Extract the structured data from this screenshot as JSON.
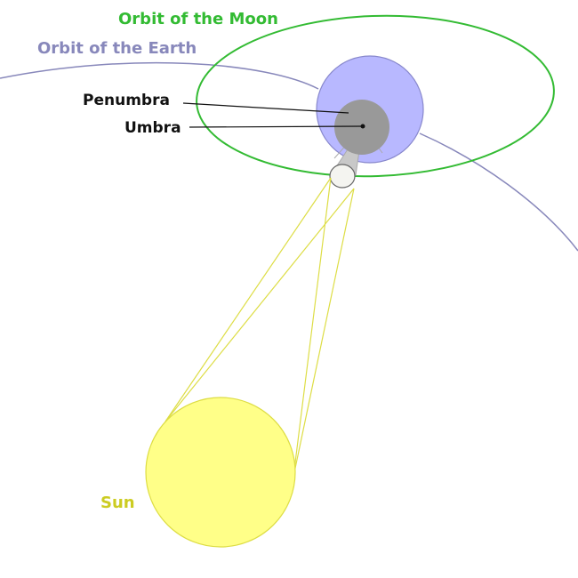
{
  "labels": {
    "moon_orbit": "Orbit of the Moon",
    "earth_orbit": "Orbit of the Earth",
    "penumbra": "Penumbra",
    "umbra": "Umbra",
    "sun": "Sun"
  },
  "colors": {
    "moon_orbit": "#33bb33",
    "earth_orbit": "#8888bb",
    "earth_fill": "#b8b8ff",
    "earth_stroke": "#8888cc",
    "shadow_fill": "#999999",
    "moon_fill": "#f4f4f0",
    "sun_fill": "#ffff88",
    "sun_stroke": "#dddd44",
    "ray": "#dddd44",
    "label_text": "#111111",
    "sun_label": "#cccc22"
  }
}
